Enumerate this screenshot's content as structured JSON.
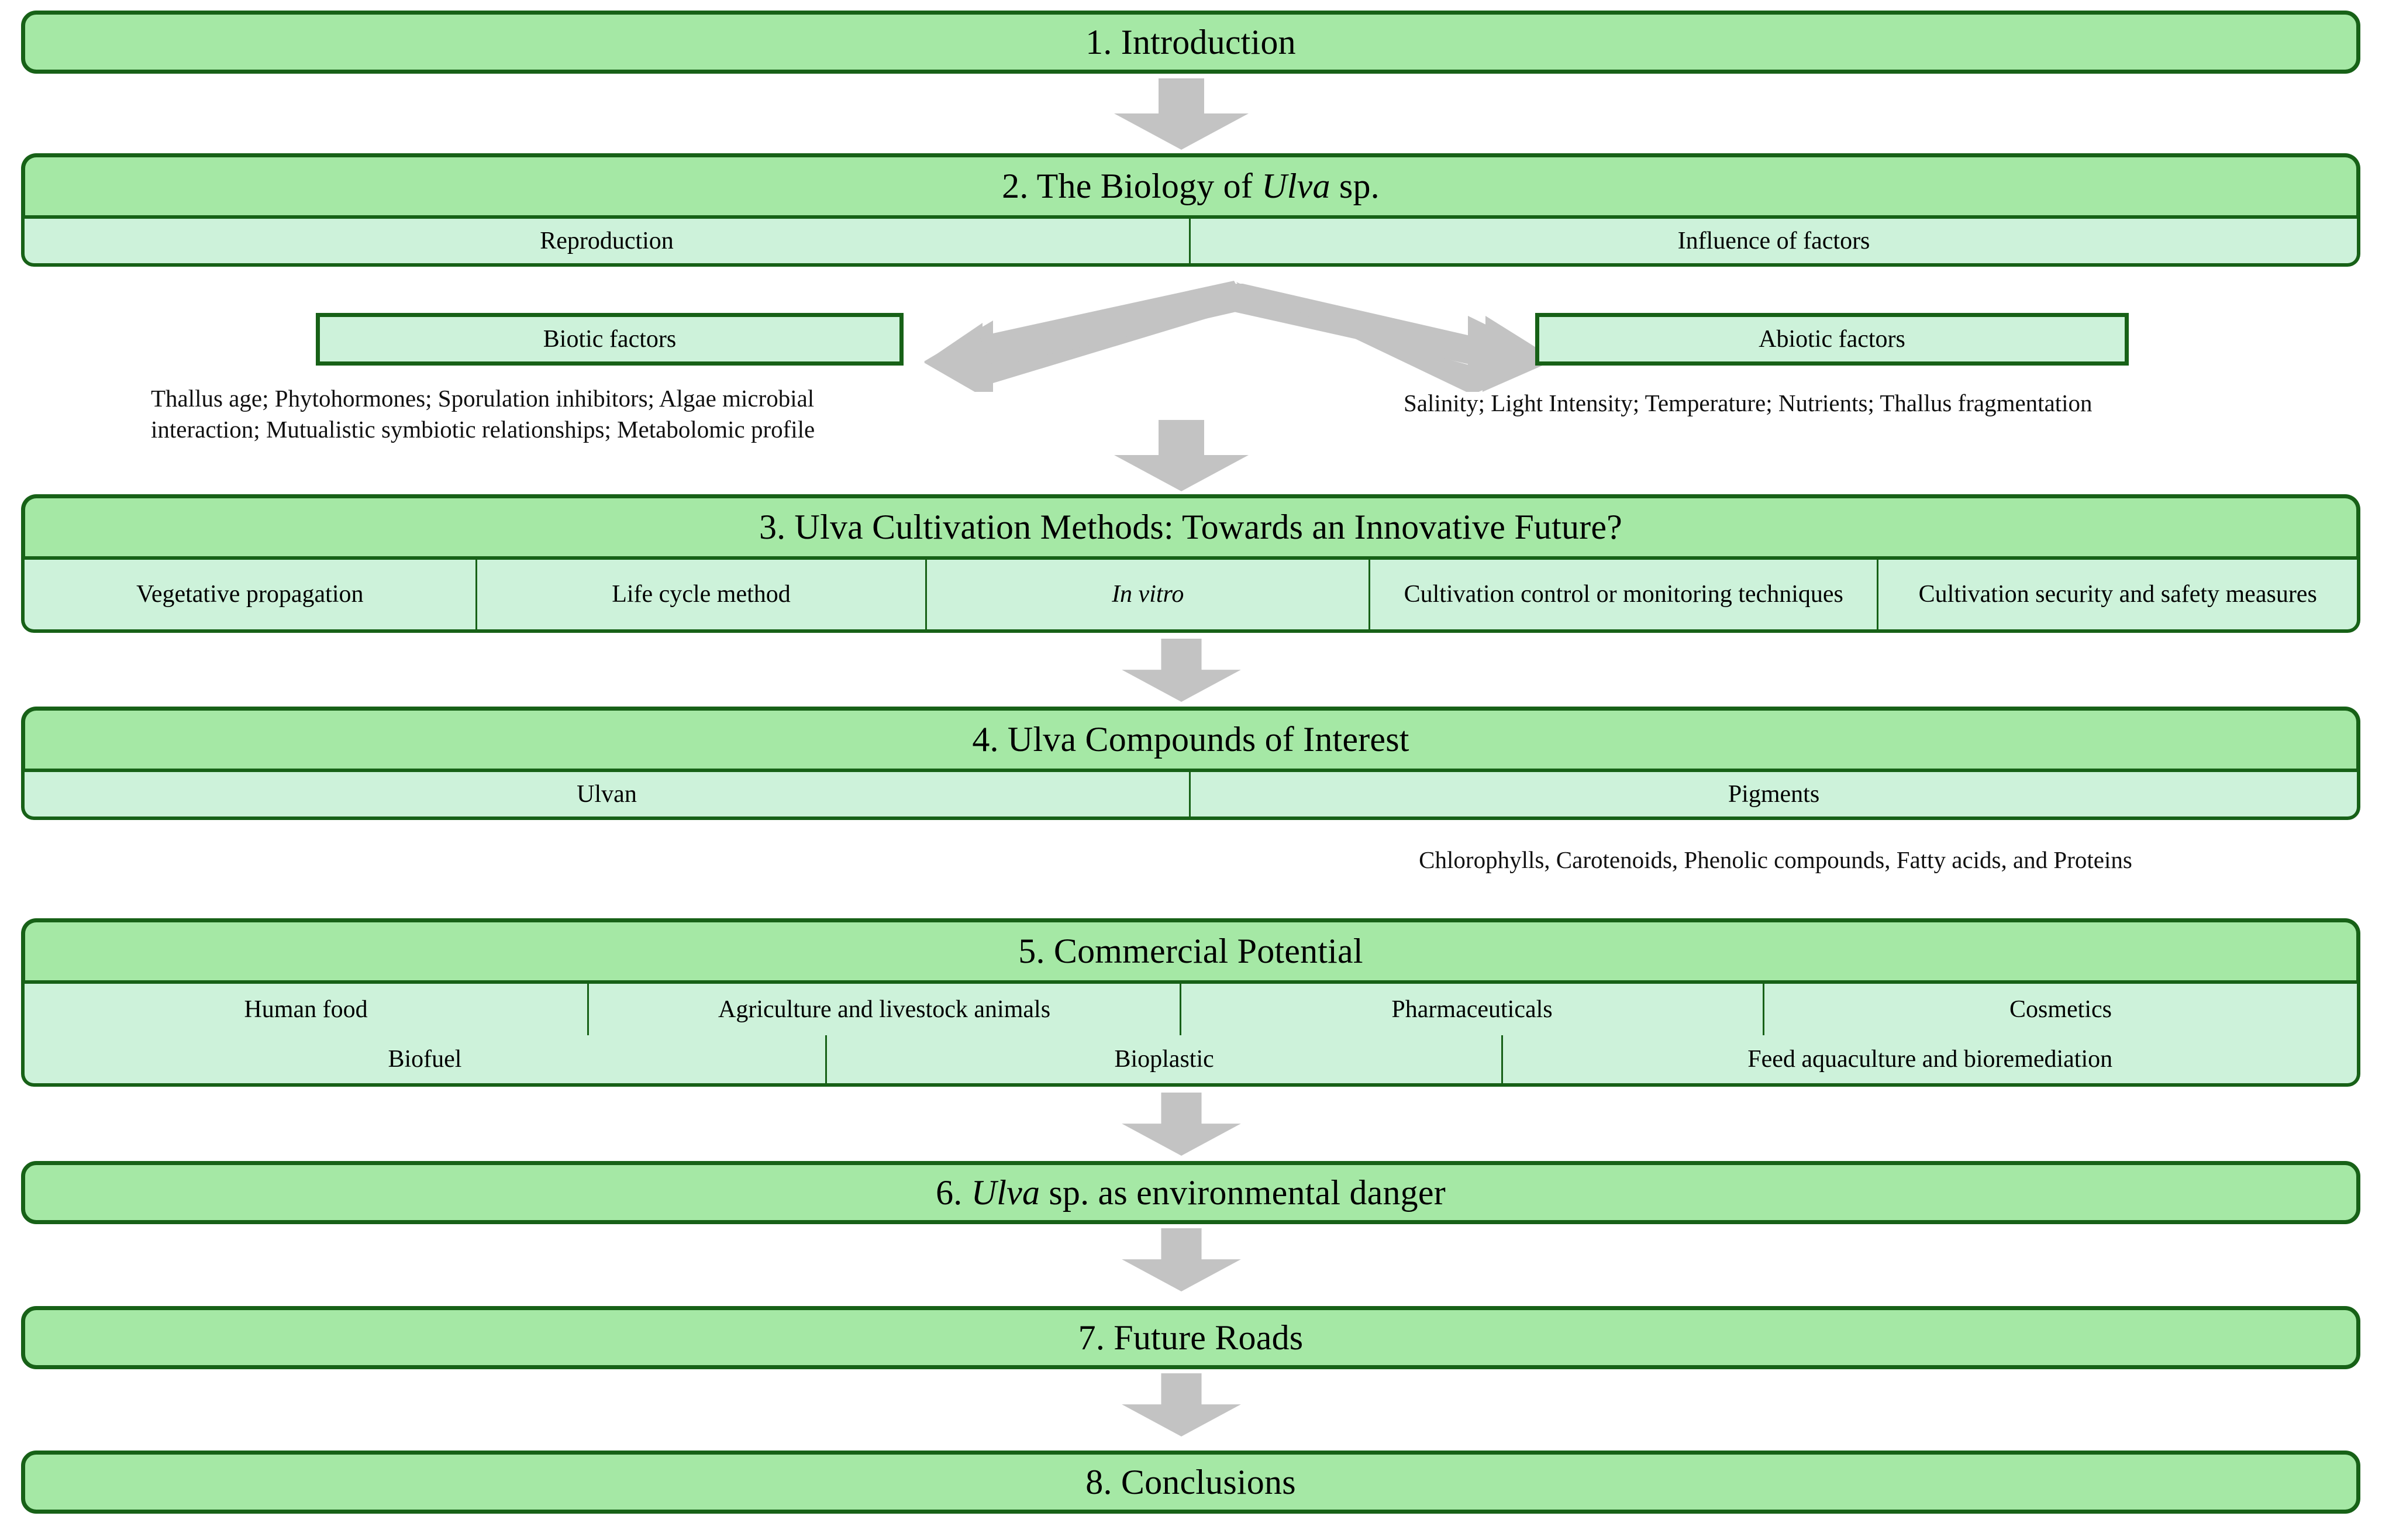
{
  "theme": {
    "box_fill": "#a5e8a5",
    "sub_fill": "#cdf2da",
    "border": "#176117",
    "arrow": "#c3c3c3",
    "text": "#000000"
  },
  "sections": {
    "s1": {
      "title": "1. Introduction"
    },
    "s2": {
      "title_prefix": "2. The Biology of ",
      "title_italic": "Ulva",
      "title_suffix": " sp.",
      "subcells": [
        "Reproduction",
        "Influence of factors"
      ],
      "biotic": {
        "label": "Biotic factors",
        "note_line1": "Thallus age; Phytohormones; Sporulation inhibitors; Algae microbial",
        "note_line2": "interaction; Mutualistic symbiotic relationships; Metabolomic profile"
      },
      "abiotic": {
        "label": "Abiotic factors",
        "note": "Salinity; Light Intensity; Temperature; Nutrients; Thallus fragmentation"
      }
    },
    "s3": {
      "title": "3. Ulva Cultivation Methods: Towards an Innovative Future?",
      "subcells": [
        {
          "text": "Vegetative propagation",
          "italic": false
        },
        {
          "text": "Life cycle method",
          "italic": false
        },
        {
          "text": "In vitro",
          "italic": true
        },
        {
          "text": "Cultivation control or monitoring techniques",
          "italic": false
        },
        {
          "text": "Cultivation security and safety measures",
          "italic": false
        }
      ]
    },
    "s4": {
      "title": "4. Ulva Compounds of Interest",
      "subcells": [
        "Ulvan",
        "Pigments"
      ],
      "note": "Chlorophylls, Carotenoids, Phenolic compounds, Fatty acids, and Proteins"
    },
    "s5": {
      "title": "5. Commercial Potential",
      "row1": [
        "Human food",
        "Agriculture and livestock animals",
        "Pharmaceuticals",
        "Cosmetics"
      ],
      "row2": [
        "Biofuel",
        "Bioplastic",
        "Feed aquaculture and bioremediation"
      ]
    },
    "s6": {
      "title_prefix": "6. ",
      "title_italic": "Ulva",
      "title_suffix": " sp.  as environmental danger"
    },
    "s7": {
      "title": "7. Future Roads"
    },
    "s8": {
      "title": "8. Conclusions"
    }
  },
  "icons": {
    "arrow_1_2": "arrow-down-icon",
    "arrow_2_branch": "chevron-double-arrow-icon",
    "arrow_2_3": "arrow-down-icon",
    "arrow_3_4": "arrow-down-icon",
    "arrow_5_6": "arrow-down-icon",
    "arrow_6_7": "arrow-down-icon",
    "arrow_7_8": "arrow-down-icon"
  }
}
